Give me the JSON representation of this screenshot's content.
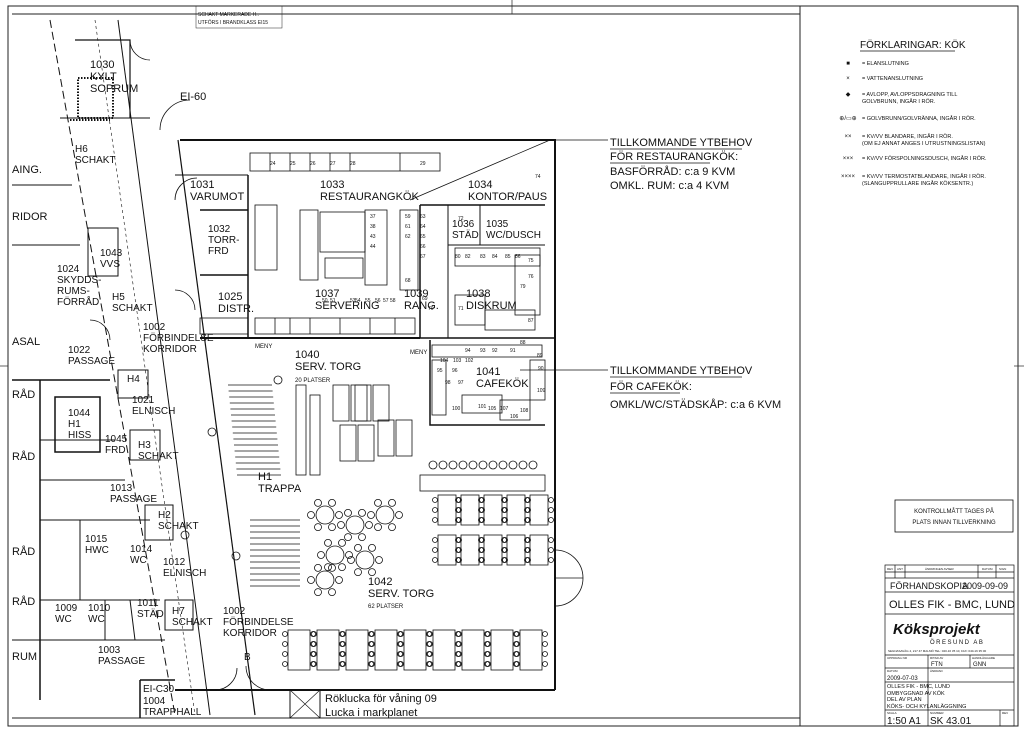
{
  "top_note": [
    "SCHAKT MARKERADE H..",
    "UTFÖRS I BRANDKLASS EI15"
  ],
  "rooms": {
    "r1030": [
      "1030",
      "KYLT",
      "SOPRUM"
    ],
    "ei60": "EI-60",
    "h6": [
      "H6",
      "SCHAKT"
    ],
    "aing": "AING.",
    "ridor_top": "RIDOR",
    "r1031": [
      "1031",
      "VARUMOT"
    ],
    "r1032": [
      "1032",
      "TORR-",
      "FRD"
    ],
    "r1033": [
      "1033",
      "RESTAURANGKÖK"
    ],
    "r1034": [
      "1034",
      "KONTOR/PAUS"
    ],
    "r1036": [
      "1036",
      "STÄD"
    ],
    "r1035": [
      "1035",
      "WC/DUSCH"
    ],
    "r1043": [
      "1043",
      "VVS"
    ],
    "r1024": [
      "1024",
      "SKYDDS-",
      "RUMS-",
      "FÖRRÅD"
    ],
    "h5": [
      "H5",
      "SCHAKT"
    ],
    "r1025": [
      "1025",
      "DISTR."
    ],
    "r1037": [
      "1037",
      "SERVERING"
    ],
    "r1039": [
      "1039",
      "RANG."
    ],
    "r1038": [
      "1038",
      "DISKRUM"
    ],
    "asal": "ASAL",
    "r1002a": [
      "1002",
      "FÖRBINDELSE",
      "KORRIDOR"
    ],
    "r1022": [
      "1022",
      "PASSAGE"
    ],
    "meny1": "MENY",
    "meny2": "MENY",
    "r1040": [
      "1040",
      "SERV. TORG"
    ],
    "r1040_seats": "20 PLATSER",
    "r1041": [
      "1041",
      "CAFEKÖK"
    ],
    "h4": "H4",
    "r1021": [
      "1021",
      "ELNISCH"
    ],
    "r1044": [
      "1044",
      "H1",
      "HISS"
    ],
    "r1045": [
      "1045",
      "FRD"
    ],
    "h3": [
      "H3",
      "SCHAKT"
    ],
    "rad1": "RÅD",
    "rad2": "RÅD",
    "rad3": "RÅD",
    "rad4": "RÅD",
    "h1trappa": [
      "H1",
      "TRAPPA"
    ],
    "r1013": [
      "1013",
      "PASSAGE"
    ],
    "r1015": [
      "1015",
      "HWC"
    ],
    "r1014": [
      "1014",
      "WC"
    ],
    "h2": [
      "H2",
      "SCHAKT"
    ],
    "r1012": [
      "1012",
      "ELNISCH"
    ],
    "r1042": [
      "1042",
      "SERV. TORG"
    ],
    "r1042_seats": "62 PLATSER",
    "r1009": [
      "1009",
      "WC"
    ],
    "r1010": [
      "1010",
      "WC"
    ],
    "r1011": [
      "1011",
      "STÄD"
    ],
    "h7": [
      "H7",
      "SCHAKT"
    ],
    "r1002b": [
      "1002",
      "FÖRBINDELSE",
      "KORRIDOR"
    ],
    "r1003": [
      "1003",
      "PASSAGE"
    ],
    "rum": "RUM",
    "eic30": "EI-C30",
    "r1004": [
      "1004",
      "TRAPPHALL"
    ],
    "b_mark": "B"
  },
  "kitchen_numbers": [
    "24",
    "25",
    "26",
    "27",
    "28",
    "29",
    "37",
    "38",
    "43",
    "44",
    "50",
    "51",
    "53",
    "54",
    "55",
    "56",
    "57",
    "58",
    "59",
    "61",
    "62",
    "63",
    "64",
    "65",
    "66",
    "67",
    "68",
    "69",
    "70",
    "71",
    "72",
    "74",
    "75",
    "76",
    "79",
    "80",
    "82",
    "83",
    "84",
    "85",
    "86",
    "87",
    "88",
    "89",
    "90",
    "91",
    "92",
    "93",
    "94",
    "95",
    "96",
    "97",
    "98",
    "100",
    "101",
    "102",
    "103",
    "104",
    "105",
    "106",
    "107",
    "108",
    "109"
  ],
  "notes": {
    "restaurant": [
      "TILLKOMMANDE YTBEHOV",
      "FÖR RESTAURANGKÖK:",
      "BASFÖRRÅD: c:a 9 KVM",
      "OMKL. RUM:  c:a 4 KVM"
    ],
    "cafe": [
      "TILLKOMMANDE YTBEHOV",
      "FÖR CAFEKÖK:",
      "OMKL/WC/STÄDSKÅP: c:a 6 KVM"
    ],
    "roklucka": [
      "Röklucka för våning 09",
      "Lucka i markplanet"
    ]
  },
  "legend": {
    "title": "FÖRKLARINGAR: KÖK",
    "items": [
      {
        "sym": "■",
        "text": [
          "= ELANSLUTNING"
        ]
      },
      {
        "sym": "×",
        "text": [
          "= VATTENANSLUTNING"
        ]
      },
      {
        "sym": "◆",
        "text": [
          "= AVLOPP, AVLOPPSDRAGNING TILL",
          "GOLVBRUNN, INGÅR I RÖR."
        ]
      },
      {
        "sym": "⊕/▭⊕",
        "text": [
          "= GOLVBRUNN/GOLVRÄNNA, INGÅR I RÖR."
        ]
      },
      {
        "sym": "××",
        "text": [
          "= KV/VV BLANDARE, INGÅR I RÖR.",
          "(OM EJ ANNAT ANGES I UTRUSTNINGSLISTAN)"
        ]
      },
      {
        "sym": "×××",
        "text": [
          "= KV/VV FÖRSPOLNINGSDUSCH, INGÅR I RÖR."
        ]
      },
      {
        "sym": "××××",
        "text": [
          "= KV/VV TERMOSTATBLANDARE, INGÅR I RÖR.",
          "(SLANGUPPRULLARE INGÅR KÖKSENTR.)"
        ]
      }
    ]
  },
  "control_note": [
    "KONTROLLMÅTT TAGES PÅ",
    "PLATS INNAN TILLVERKNING"
  ],
  "title_block": {
    "rev_headers": [
      "REV",
      "ANT",
      "ÄNDRINGEN AVSER",
      "DATUM",
      "SIGN"
    ],
    "status": "FÖRHANDSKOPIA",
    "status_date": "2009-09-09",
    "project": "OLLES FIK - BMC, LUND",
    "company": "Köksprojekt",
    "company_sub": "ÖRESUND AB",
    "company_addr": "SEGNASAVÄG 4, 217 47 MALMÖ  TEL: 040-16 35 10, FAX: 040-16 35 00",
    "uppdrag_label": "UPPDRAG NR",
    "ritad_label": "RITAD AV",
    "ritad": "FTN",
    "handl_label": "HANDLÄGGARE",
    "handl": "GNN",
    "datum_label": "DATUM",
    "datum": "2009-07-03",
    "andrad_label": "ÄNDRAD",
    "desc": [
      "OLLES FIK - BMC, LUND",
      "OMBYGGNAD AV KÖK",
      "DEL AV PLAN",
      "KÖKS- OCH KYLANLÄGGNING"
    ],
    "skala_label": "SKALA",
    "skala": "1:50 A1",
    "nummer_label": "NUMMER",
    "nummer": "SK 43.01",
    "rev_label": "REV"
  }
}
